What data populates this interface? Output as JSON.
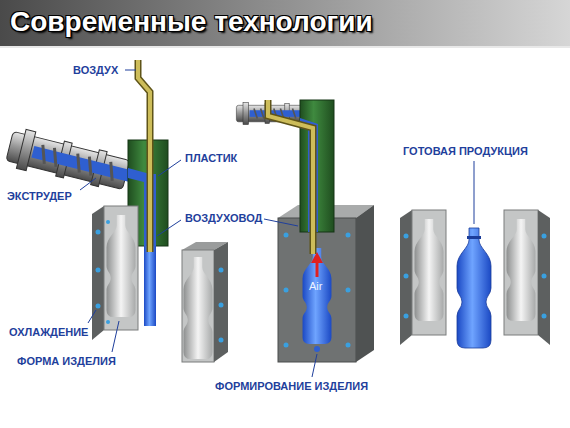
{
  "diagram": {
    "title": "Современные технологии",
    "labels": [
      "ВОЗДУХ",
      "ПЛАСТИК",
      "ЭКСТРУДЕР",
      "ВОЗДУХОВОД",
      "Air",
      "ГОТОВАЯ ПРОДУКЦИЯ",
      "ОХЛАЖДЕНИЕ",
      "ФОРМА ИЗДЕЛИЯ",
      "ФОРМИРОВАНИЕ ИЗДЕЛИЯ"
    ]
  }
}
